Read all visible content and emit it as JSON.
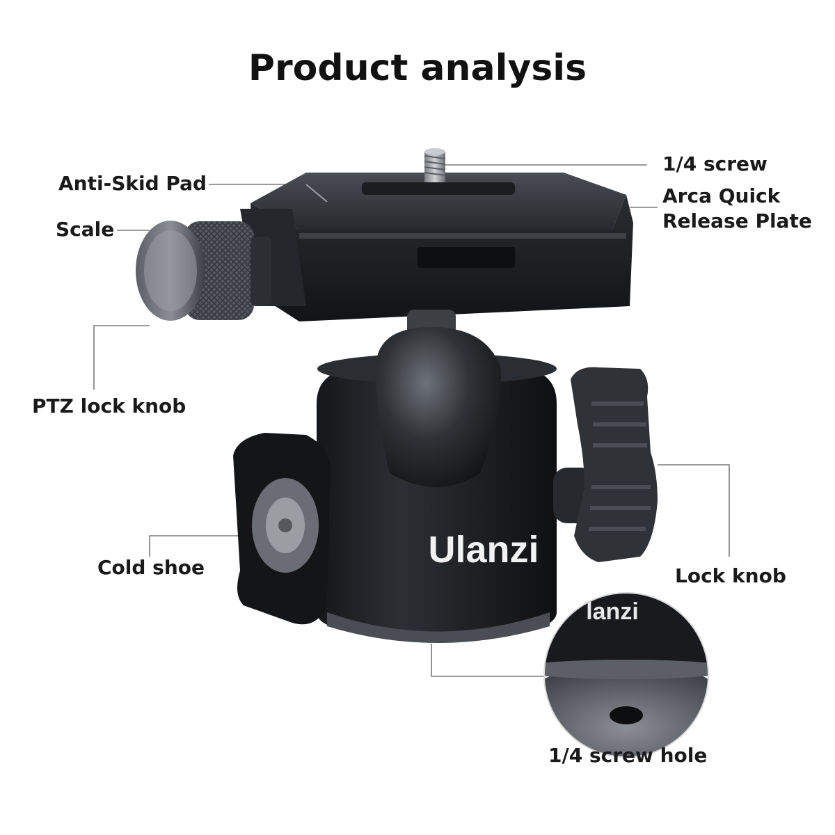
{
  "title": "Product analysis",
  "brand": "Ulanzi",
  "inset_brand_fragment": "lanzi",
  "labels": {
    "anti_skid_pad": "Anti-Skid Pad",
    "scale": "Scale",
    "ptz_lock_knob": "PTZ lock knob",
    "cold_shoe": "Cold shoe",
    "screw": "1/4 screw",
    "arca_line1": "Arca Quick",
    "arca_line2": "Release Plate",
    "lock_knob": "Lock knob",
    "screw_hole": "1/4 screw hole"
  },
  "colors": {
    "body_dark": "#1f2124",
    "metal_mid": "#3a3d42",
    "metal_light": "#8a8e94",
    "leader_line": "#7a7a7a",
    "text": "#1a1a1a"
  }
}
